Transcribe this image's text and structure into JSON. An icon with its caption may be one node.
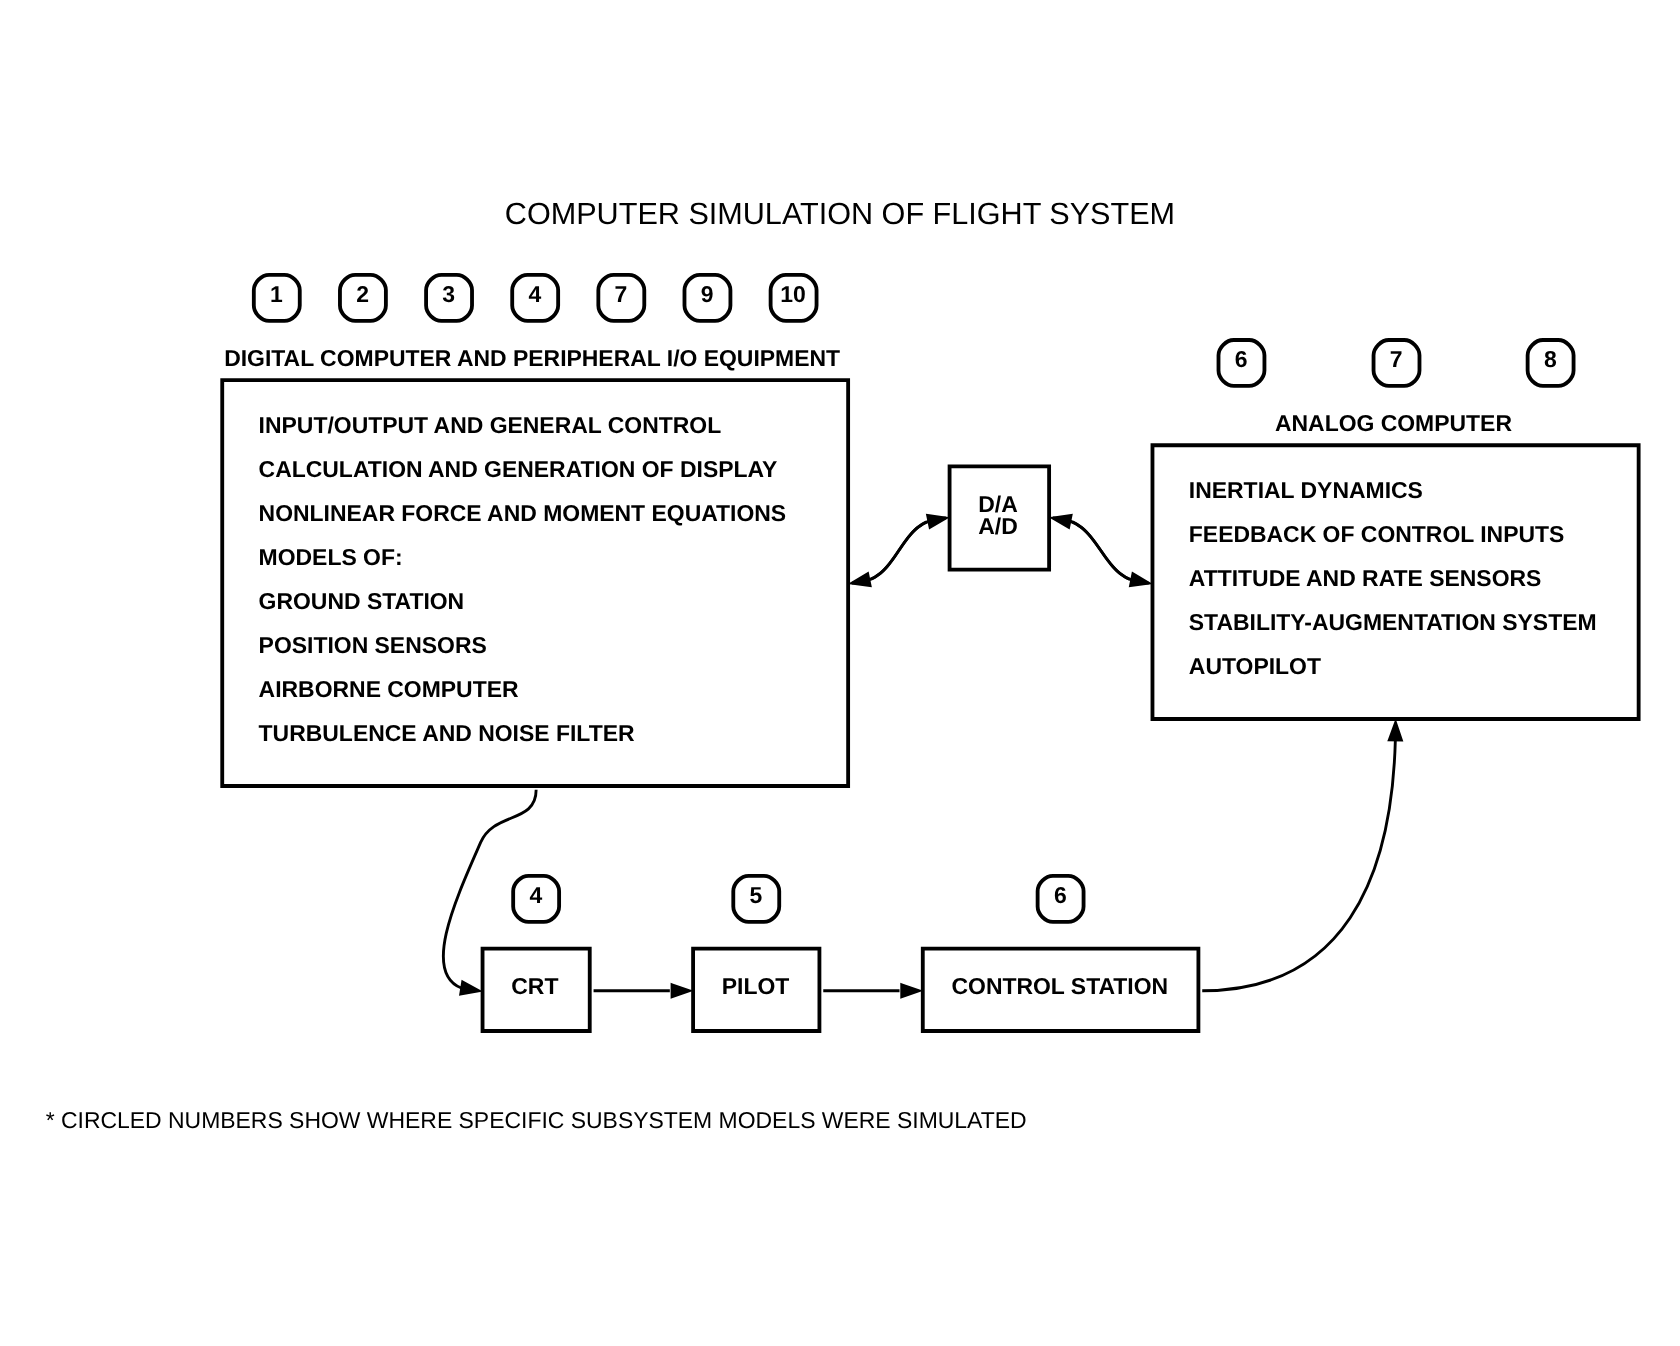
{
  "diagram": {
    "title": "COMPUTER SIMULATION OF FLIGHT SYSTEM",
    "nodes": [
      {
        "text": [
          "DIGITAL COMPUTER AND PERIPHERAL I/O EQUIPMENT",
          "INPUT/OUTPUT AND GENERAL CONTROL",
          "CALCULATION AND GENERATION OF DISPLAY",
          "NONLINEAR FORCE AND MOMENT EQUATIONS",
          "MODELS OF:",
          "GROUND STATION",
          "POSITION SENSORS",
          "AIRBORNE COMPUTER",
          "TURBULENCE AND NOISE FILTER"
        ],
        "beside": [
          "1",
          "2",
          "3",
          "4",
          "7",
          "9",
          "10"
        ]
      },
      {
        "text": [
          "D/A",
          "A/D"
        ]
      },
      {
        "text": [
          "ANALOG COMPUTER",
          "INERTIAL DYNAMICS",
          "FEEDBACK OF CONTROL INPUTS",
          "ATTITUDE AND RATE SENSORS",
          "STABILITY-AUGMENTATION SYSTEM",
          "AUTOPILOT"
        ],
        "beside": [
          "6",
          "7",
          "8"
        ]
      },
      {
        "text": [
          "CRT"
        ],
        "beside": [
          "4"
        ]
      },
      {
        "text": [
          "PILOT"
        ],
        "beside": [
          "5"
        ]
      },
      {
        "text": [
          "CONTROL STATION"
        ],
        "beside": [
          "6"
        ]
      }
    ],
    "edges": [
      {
        "from": 0,
        "to": 1,
        "arrow": "to"
      },
      {
        "from": 1,
        "to": 0,
        "arrow": "to"
      },
      {
        "from": 1,
        "to": 2,
        "arrow": "to"
      },
      {
        "from": 2,
        "to": 1,
        "arrow": "to"
      },
      {
        "from": 0,
        "to": 3,
        "arrow": "to"
      },
      {
        "from": 3,
        "to": 4,
        "arrow": "to"
      },
      {
        "from": 4,
        "to": 5,
        "arrow": "to"
      },
      {
        "from": 5,
        "to": 2,
        "arrow": "to"
      }
    ],
    "labels": [
      "* CIRCLED NUMBERS SHOW WHERE SPECIFIC SUBSYSTEM MODELS WERE SIMULATED"
    ]
  }
}
